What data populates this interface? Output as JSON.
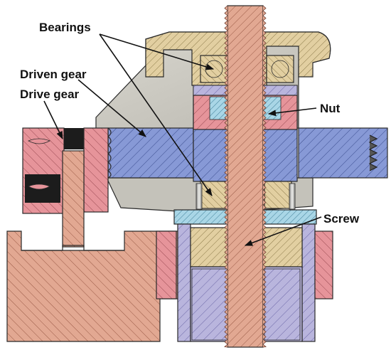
{
  "labels": {
    "bearings": "Bearings",
    "driven_gear": "Driven gear",
    "drive_gear": "Drive gear",
    "nut": "Nut",
    "screw": "Screw"
  },
  "colors": {
    "tan": "#e2cfa1",
    "tan_hatch": "#8c7a4a",
    "blue": "#8799d6",
    "blue_hatch": "#3b4d8f",
    "pink": "#e6949a",
    "pink_hatch": "#9a4a52",
    "salmon": "#e2a892",
    "salmon_hatch": "#9a5a46",
    "cyan": "#a9d6e6",
    "cyan_hatch": "#3f7f99",
    "lavender": "#b9b5dd",
    "gray": "#cfcdc6",
    "gray_dark": "#a9a7a0",
    "white": "#ffffff"
  }
}
